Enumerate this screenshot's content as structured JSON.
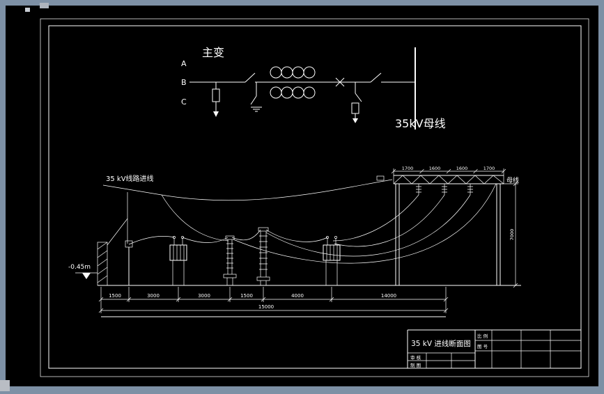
{
  "viewer": {
    "background_color": "#7d90a5",
    "canvas_color": "#000000",
    "line_color": "#ffffff"
  },
  "schematic": {
    "transformer_label": "主变",
    "phase_labels": [
      "A",
      "B",
      "C"
    ],
    "busbar_label": "35kV母线"
  },
  "section": {
    "incoming_line_label": "35 kV线路进线",
    "elevation_label": "-0.45m",
    "busbar_label": "母线",
    "gantry_dims": [
      "1700",
      "1600",
      "1600",
      "1700"
    ],
    "gantry_height_dim": "7000",
    "bottom_dims": [
      "1500",
      "3000",
      "3000",
      "1500",
      "4000",
      "14000"
    ],
    "overall_dim": "15000"
  },
  "title_block": {
    "drawing_title": "35 kV 进线断面图",
    "scale_label": "比 例",
    "drawing_no_label": "图 号",
    "review_label": "审 核",
    "draft_label": "制 图"
  }
}
